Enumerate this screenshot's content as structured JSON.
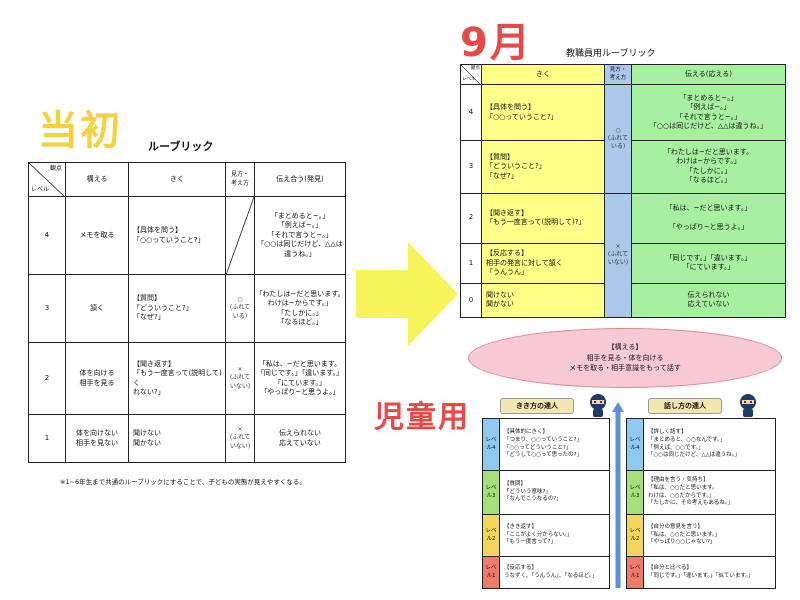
{
  "left": {
    "title": "当初",
    "subtitle": "ルーブリック",
    "header": {
      "corner_top": "観点",
      "corner_bottom": "レベル",
      "col1": "構える",
      "col2": "きく",
      "col3": "見方・\n考え方",
      "col4": "伝え合う(発見)"
    },
    "rows": [
      {
        "level": "4",
        "kamaeru": "メモを取る",
        "kiku": "【具体を問う】\n「○○っていうこと?」",
        "mikata": "",
        "tsutae": "「まとめると~。」\n「例えば~。」\n「それで言うと~。」\n「○○は同じだけど、△△は\n違うね。」"
      },
      {
        "level": "3",
        "kamaeru": "頷く",
        "kiku": "【質問】\n「どういうこと?」\n「なぜ?」",
        "mikata": "○\n(ふれて\nいる)",
        "tsutae": "「わたしは~だと思います。\nわけは~からです。」\n「たしかに。」\n「なるほど。」"
      },
      {
        "level": "2",
        "kamaeru": "体を向ける\n相手を見る",
        "kiku": "【聞き返す】\n「もう一度言って(説明して)く\nれない?」",
        "mikata": "×\n(ふれて\nいない)",
        "tsutae": "「私は、~だと思います。\n「同じです。」「違います。」\n「にています。」\n「やっぱり~と思うよ。」"
      },
      {
        "level": "1",
        "kamaeru": "体を向けない\n相手を見ない",
        "kiku": "聞けない\n聞かない",
        "mikata": "×\n(ふれて\nいない)",
        "tsutae": "伝えられない\n応えていない"
      }
    ],
    "footnote": "※1~6年生まで共通のルーブリックにすることで、子どもの実態が見えやすくなる。"
  },
  "right": {
    "title": "9月",
    "subtitle": "教職員用ルーブリック",
    "header": {
      "corner_top": "観点",
      "corner_bottom": "レベル",
      "col1": "きく",
      "col2": "見方・\n考え方",
      "col3": "伝える(応える)"
    },
    "rows": [
      {
        "level": "4",
        "kiku": "【具体を問う】\n「○○っていうこと?」",
        "tsutae": "「まとめると~。」\n「例えば~。」\n「それで言うと~。」\n「○○は同じだけど、△△は違うね。」"
      },
      {
        "level": "3",
        "kiku": "【質問】\n「どういうこと?」\n「なぜ?」",
        "tsutae": "「わたしは~だと思います。\nわけは~からです。」\n「たしかに。」\n「なるほど。」"
      },
      {
        "level": "2",
        "kiku": "【聞き返す】\n「もう一度言って(説明して)?」",
        "tsutae": "「私は、~だと思います。」\n\n「やっぱり~と思うよ。」"
      },
      {
        "level": "1",
        "kiku": "【反応する】\n相手の発言に対して頷く\n「うんうん」",
        "tsutae": "「同じです。」「違います。」\n「にています。」"
      },
      {
        "level": "0",
        "kiku": "聞けない\n聞かない",
        "tsutae": "伝えられない\n応えていない"
      }
    ],
    "mikata_top": "○\n(ふれて\nいる)",
    "mikata_bottom": "×\n(ふれて\nいない)",
    "kamaeru_box": {
      "title": "【構える】",
      "line1": "相手を見る・体を向ける",
      "line2": "メモを取る・相手意識をもって話す"
    }
  },
  "child": {
    "title": "児童用",
    "listen_header": "きき方の達人",
    "speak_header": "話し方の達人",
    "listen_rows": [
      {
        "level": "レベル4",
        "text": "【具体的にきく】\n「つまり、○○っていうこと?」\n「○○ってどういうこと?」\n「どうして○○って思ったの?」"
      },
      {
        "level": "レベル3",
        "text": "【質問】\n「どういう意味?」\n「なんでこうなるの?」"
      },
      {
        "level": "レベル2",
        "text": "【きき返す】\n「ここがよく分からない。」\n「もう一度言って?」"
      },
      {
        "level": "レベル1",
        "text": "【反応する】\nうなずく、「うんうん」、「なるほど。」"
      }
    ],
    "speak_rows": [
      {
        "level": "レベル4",
        "text": "【詳しく話す】\n「まとめると、○○なんです。」\n「例えば、○○です。」\n「○○は同じだけど、△△は違うね。」"
      },
      {
        "level": "レベル3",
        "text": "【理由を言う・気持ち】\n「私は、○○だと思います。\n わけは、○○だからです。」\n「たしかに、その考えもあるね。」"
      },
      {
        "level": "レベル2",
        "text": "【自分の意見を言う】\n「私は、○○だと思います。」\n「やっぱり○○じゃない?」"
      },
      {
        "level": "レベル1",
        "text": "【自分と比べる】\n「同じです。」「違います。」「似ています。」"
      }
    ]
  },
  "colors": {
    "title_yellow": "#f5d142",
    "title_red": "#e84848",
    "arrow_yellow": "#f7f35a",
    "kiku_yellow": "#ffff88",
    "mikata_blue": "#a9c8ea",
    "tsutae_green": "#a6f0a0",
    "oval_pink": "#f7c9d4",
    "lvl4_blue": "#8ec9f0",
    "lvl3_green": "#a6e07a",
    "lvl2_yellow": "#f4d75a",
    "lvl1_red": "#f07a6a"
  }
}
